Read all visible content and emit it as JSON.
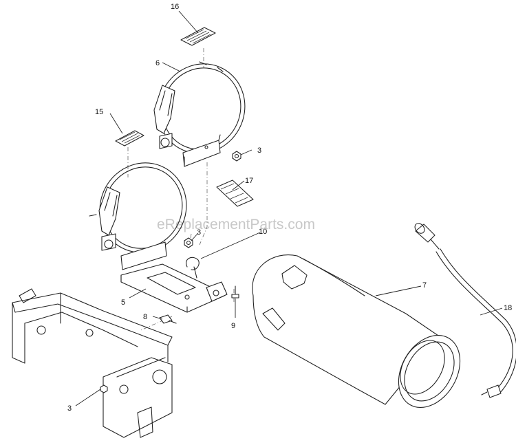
{
  "watermark": "eReplacementParts.com",
  "callouts": {
    "c16": "16",
    "c6": "6",
    "c15": "15",
    "c3a": "3",
    "c17": "17",
    "c3b": "3",
    "c10": "10",
    "c7": "7",
    "c18": "18",
    "c5": "5",
    "c8": "8",
    "c9": "9",
    "c3c": "3"
  }
}
